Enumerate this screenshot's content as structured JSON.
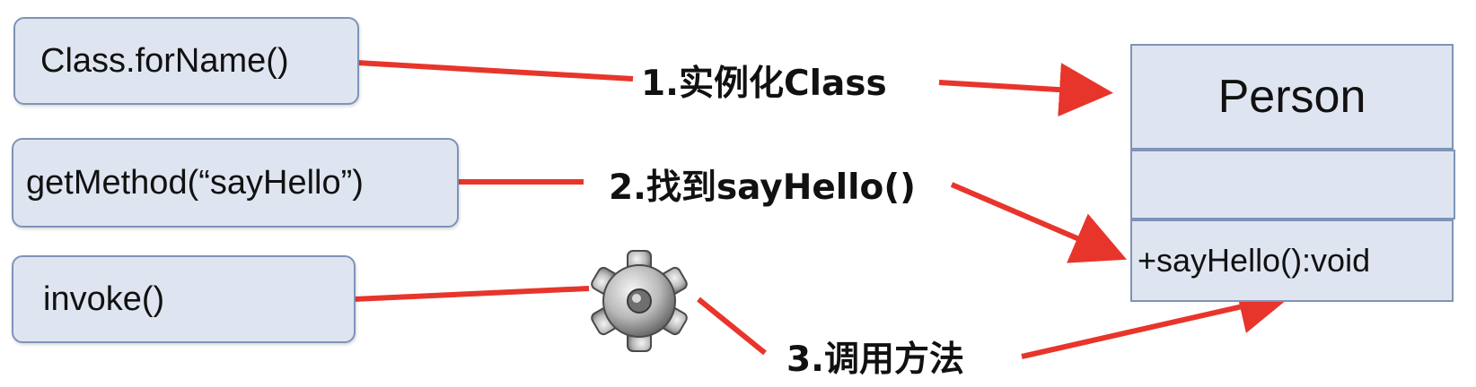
{
  "colors": {
    "arrow": "#e8352b",
    "box_fill": "#dfe5f0",
    "box_border": "#7f93b8",
    "text": "#111111"
  },
  "methods": {
    "forname": "Class.forName()",
    "getmethod": "getMethod(“sayHello”)",
    "invoke": "invoke()"
  },
  "steps": {
    "step1": "1.实例化Class",
    "step2": "2.找到sayHello()",
    "step3": "3.调用方法"
  },
  "uml_class": {
    "name": "Person",
    "attributes": "",
    "method": "+sayHello():void"
  },
  "icons": {
    "gear": "gear-icon"
  }
}
